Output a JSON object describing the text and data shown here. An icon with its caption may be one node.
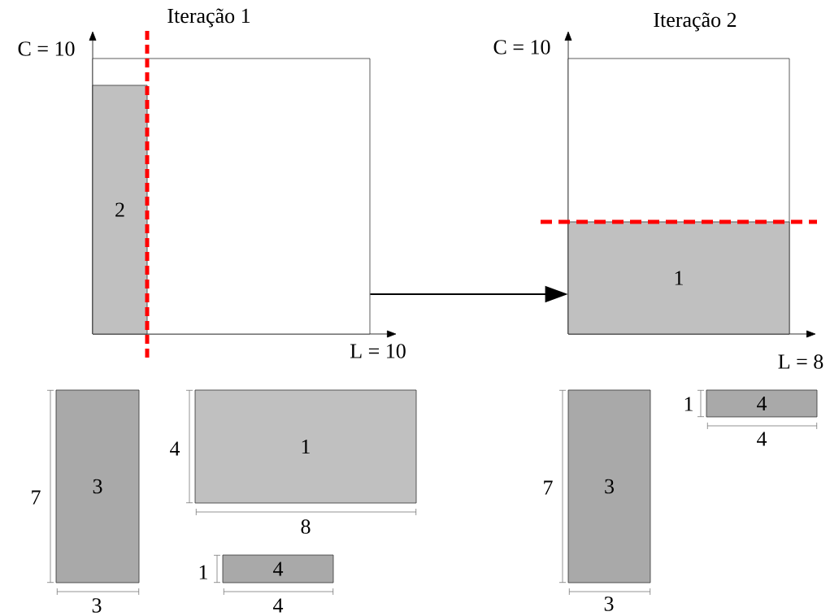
{
  "diagram": {
    "nodes": [
      {
        "text": [],
        "shape": "box"
      },
      {
        "text": [
          "2"
        ],
        "in": 0
      },
      {
        "text": [],
        "shape": "box"
      },
      {
        "text": [
          "1"
        ],
        "in": 2
      },
      {
        "text": [
          "3"
        ],
        "beside": [
          "7",
          "3"
        ]
      },
      {
        "text": [
          "1"
        ],
        "beside": [
          "4",
          "8"
        ]
      },
      {
        "text": [
          "4"
        ],
        "beside": [
          "1",
          "4"
        ]
      },
      {
        "text": [
          "3"
        ],
        "beside": [
          "7",
          "3"
        ]
      },
      {
        "text": [
          "4"
        ],
        "beside": [
          "1",
          "4"
        ]
      }
    ],
    "edges": [
      {
        "from": 0,
        "to": 2,
        "arrow": "to"
      }
    ],
    "labels": [
      "Iteração 1",
      "C = 10",
      "Iteração 2",
      "C = 10",
      "L = 10",
      "L = 8"
    ]
  }
}
